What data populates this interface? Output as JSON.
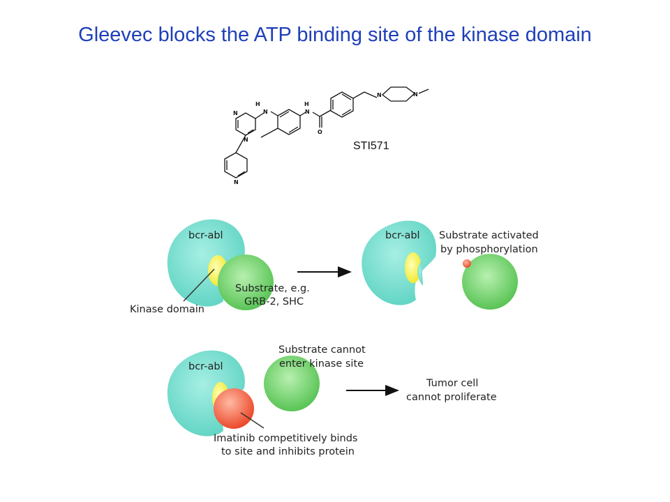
{
  "title": "Gleevec blocks the ATP binding site of the kinase domain",
  "molecule": {
    "name": "STI571",
    "atoms": {
      "n": "N",
      "nh": "NH",
      "h": "H",
      "o": "O"
    }
  },
  "panel1": {
    "protein": "bcr-abl",
    "substrate_line1": "Substrate, e.g.",
    "substrate_line2": "GRB-2, SHC",
    "kinase_label": "Kinase domain"
  },
  "panel2": {
    "protein": "bcr-abl",
    "activated_line1": "Substrate activated",
    "activated_line2": "by phosphorylation"
  },
  "panel3": {
    "protein": "bcr-abl",
    "cannot_line1": "Substrate cannot",
    "cannot_line2": "enter kinase site",
    "tumor_line1": "Tumor cell",
    "tumor_line2": "cannot proliferate",
    "imatinib_line1": "Imatinib competitively binds",
    "imatinib_line2": "to site and inhibits protein"
  },
  "colors": {
    "title": "#1f3fb8",
    "protein": "#7fe0d2",
    "kinase": "#f2ef3a",
    "substrate": "#7fd67a",
    "imatinib": "#f06848",
    "phosphate": "#f07050"
  }
}
